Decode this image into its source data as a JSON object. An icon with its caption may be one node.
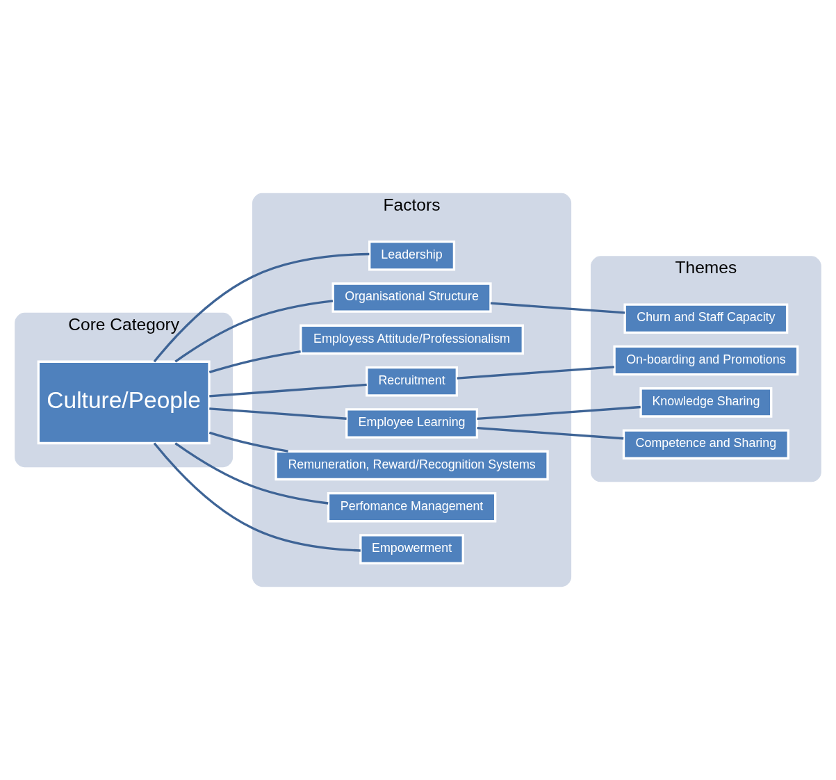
{
  "diagram": {
    "nodes": [
      {
        "text": [
          "Core Category"
        ]
      },
      {
        "text": [
          "Culture/People"
        ],
        "in": 0
      },
      {
        "text": [
          "Factors"
        ]
      },
      {
        "text": [
          "Leadership"
        ],
        "in": 2
      },
      {
        "text": [
          "Organisational Structure"
        ],
        "in": 2
      },
      {
        "text": [
          "Employess Attitude/Professionalism"
        ],
        "in": 2
      },
      {
        "text": [
          "Recruitment"
        ],
        "in": 2
      },
      {
        "text": [
          "Employee Learning"
        ],
        "in": 2
      },
      {
        "text": [
          "Remuneration, Reward/Recognition Systems"
        ],
        "in": 2
      },
      {
        "text": [
          "Perfomance Management"
        ],
        "in": 2
      },
      {
        "text": [
          "Empowerment"
        ],
        "in": 2
      },
      {
        "text": [
          "Themes"
        ]
      },
      {
        "text": [
          "Churn and Staff Capacity"
        ],
        "in": 11
      },
      {
        "text": [
          "On-boarding and Promotions"
        ],
        "in": 11
      },
      {
        "text": [
          "Knowledge Sharing"
        ],
        "in": 11
      },
      {
        "text": [
          "Competence and Sharing"
        ],
        "in": 11
      }
    ],
    "edges": [
      {
        "from": 1,
        "to": 3,
        "arrow": "none"
      },
      {
        "from": 1,
        "to": 4,
        "arrow": "none"
      },
      {
        "from": 1,
        "to": 5,
        "arrow": "none"
      },
      {
        "from": 1,
        "to": 6,
        "arrow": "none"
      },
      {
        "from": 1,
        "to": 7,
        "arrow": "none"
      },
      {
        "from": 1,
        "to": 8,
        "arrow": "none"
      },
      {
        "from": 1,
        "to": 9,
        "arrow": "none"
      },
      {
        "from": 1,
        "to": 10,
        "arrow": "none"
      },
      {
        "from": 4,
        "to": 12,
        "arrow": "none"
      },
      {
        "from": 6,
        "to": 13,
        "arrow": "none"
      },
      {
        "from": 7,
        "to": 14,
        "arrow": "none"
      },
      {
        "from": 7,
        "to": 15,
        "arrow": "none"
      }
    ]
  }
}
